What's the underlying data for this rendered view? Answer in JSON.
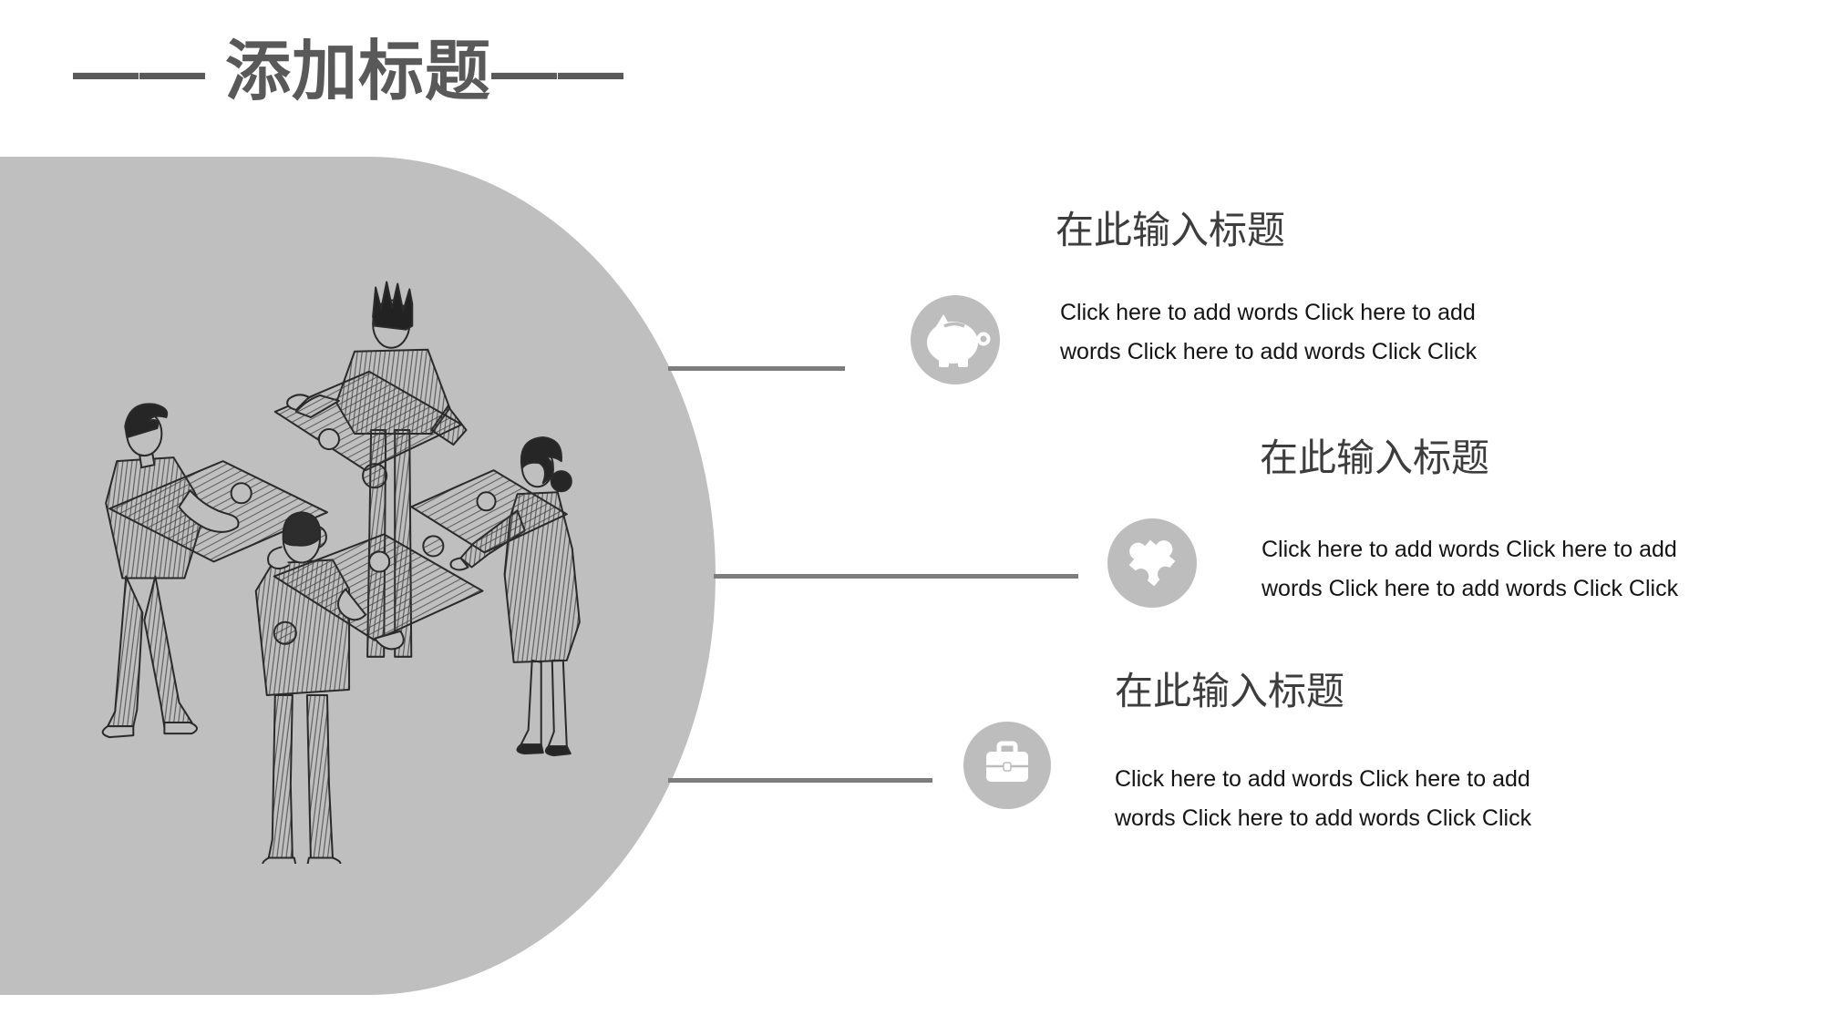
{
  "slide": {
    "title": "—— 添加标题——"
  },
  "sections": [
    {
      "title": "在此输入标题",
      "body": "Click here to add words Click here to add words Click here to add words Click Click",
      "icon": "piggy-bank-icon"
    },
    {
      "title": "在此输入标题",
      "body": "Click here to add words Click here to add words Click here to add words Click Click",
      "icon": "puzzle-icon"
    },
    {
      "title": "在此输入标题",
      "body": "Click here to add words Click here to add words Click here to add words Click Click",
      "icon": "briefcase-icon"
    }
  ],
  "illustration": {
    "description": "hand-drawn sketch of four business people assembling jigsaw puzzle pieces"
  },
  "colors": {
    "blob": "#bfbfbf",
    "icon-circle": "#bdbdbd",
    "connector": "#7d7d7d",
    "title": "#595959",
    "section-title": "#3d3d3d",
    "body-text": "#141414",
    "sketch": "#2a2a2a"
  }
}
